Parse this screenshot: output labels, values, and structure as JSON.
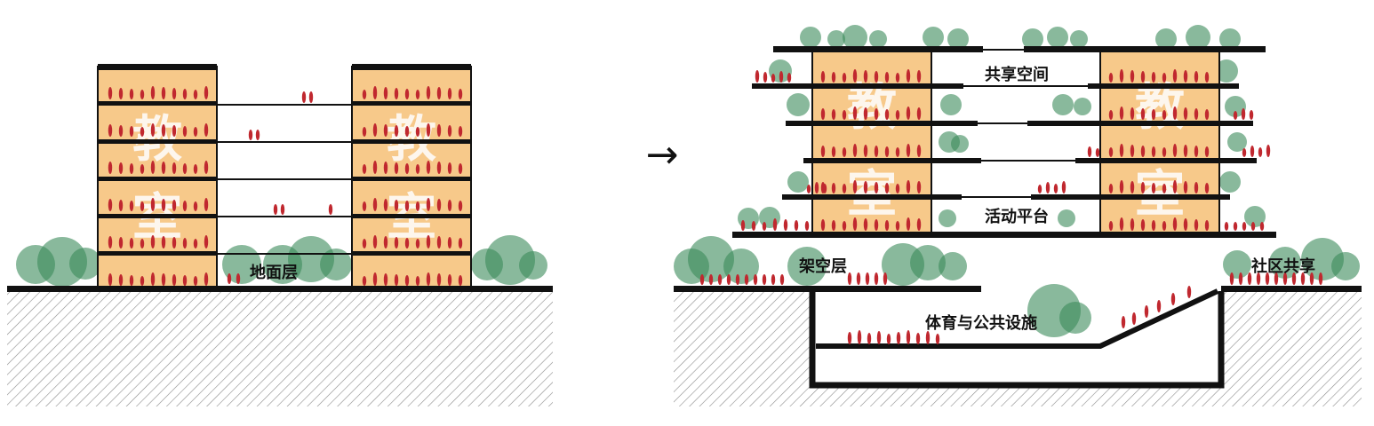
{
  "colors": {
    "room": "#f7c98a",
    "slab": "#111111",
    "tree": "#3a8a5a",
    "person": "#c0282f",
    "ground_hatch": "#888888"
  },
  "left_diagram": {
    "room_char_top": "教",
    "room_char_bottom": "室",
    "ground_label": "地面层"
  },
  "right_diagram": {
    "room_char_top": "教",
    "room_char_bottom": "室",
    "shared_space_label": "共享空间",
    "activity_platform_label": "活动平台",
    "stilt_floor_label": "架空层",
    "community_label": "社区共享",
    "sports_label": "体育与公共设施"
  },
  "arrow": {
    "glyph": "→"
  }
}
